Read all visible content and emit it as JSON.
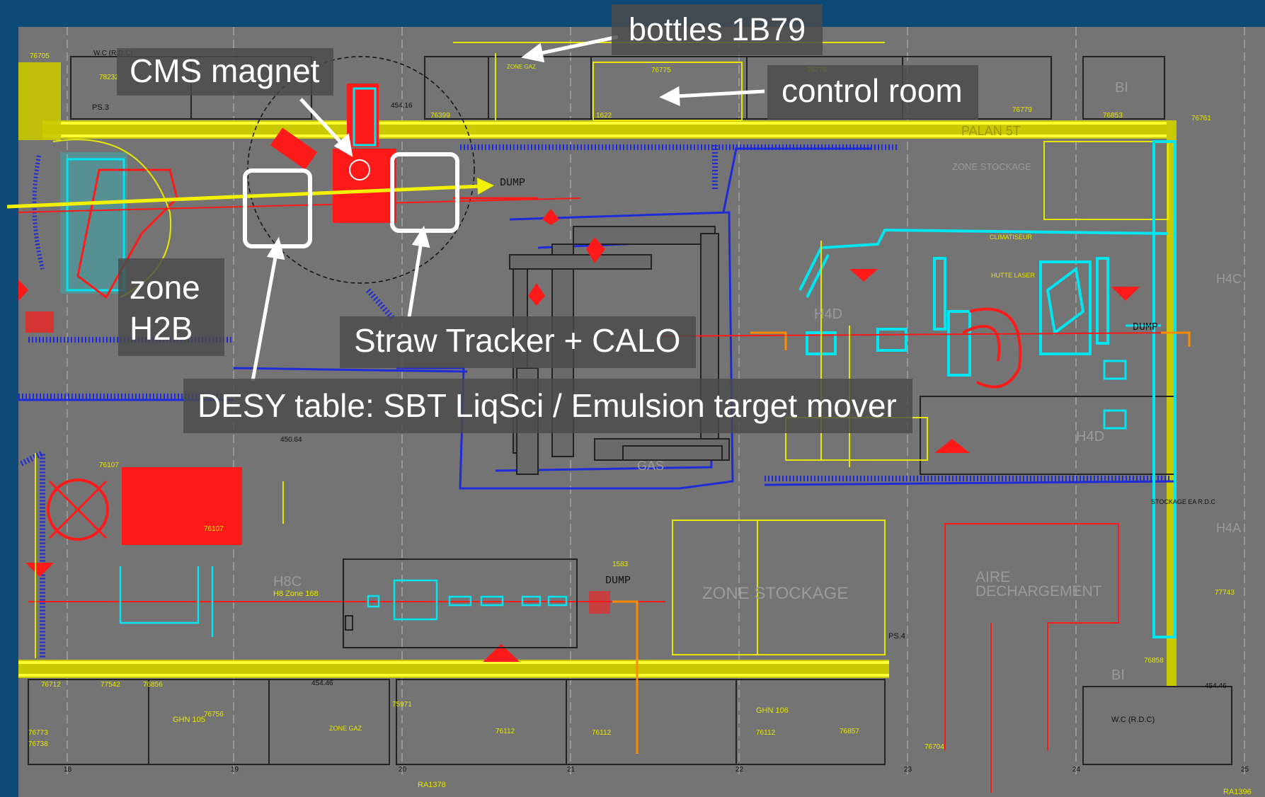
{
  "callouts": {
    "bottles": "bottles 1B79",
    "cms_magnet": "CMS magnet",
    "control_room": "control room",
    "zone_h2b_line1": "zone",
    "zone_h2b_line2": "H2B",
    "straw_tracker": "Straw Tracker + CALO",
    "desy_table": "DESY table: SBT LiqSci / Emulsion target mover"
  },
  "plan_labels": {
    "dump_1": "DUMP",
    "dump_2": "DUMP",
    "dump_3": "DUMP",
    "zone_stockage": "ZONE STOCKAGE",
    "aire_dechargement_1": "AIRE",
    "aire_dechargement_2": "DECHARGEMENT",
    "zone_stockage_upper": "ZONE STOCKAGE",
    "h8c": "H8C",
    "h8b_zone": "H8 Zone 168",
    "h4d": "H4D",
    "h4d_b": "H4D",
    "h4a": "H4A",
    "h4c": "H4C",
    "palan": "PALAN 5T",
    "ghn_105": "GHN 105",
    "ghn_106": "GHN 106",
    "wc_rdc": "W.C (R.D.C)",
    "wc_rdc_2": "W.C (R.D.C)",
    "num_76705": "76705",
    "num_78232": "78232",
    "num_76775": "76775",
    "num_76776": "76776",
    "num_76779": "76779",
    "num_76853": "76853",
    "num_76761": "76761",
    "num_76107": "76107",
    "num_76107b": "76107",
    "num_45064": "450.64",
    "num_45446": "454.46",
    "num_45446b": "454.46",
    "num_45416": "454.16",
    "num_76712": "76712",
    "num_77542": "77542",
    "num_76856": "76856",
    "num_76756": "76756",
    "num_76773": "76773",
    "num_76738": "76738",
    "num_75971": "75971",
    "num_76112": "76112",
    "num_76112b": "76112",
    "num_76112c": "76112",
    "num_76857": "76857",
    "num_76704": "76704",
    "num_77743": "77743",
    "num_76858": "76858",
    "num_76399": "76399",
    "num_1622": "1622",
    "num_1583": "1583",
    "ps3": "PS.3",
    "ps4": "PS.4",
    "ra1378": "RA1378",
    "ra1396": "RA1396",
    "stockage_ea": "STOCKAGE EA R.D.C",
    "col_18": "18",
    "col_19": "19",
    "col_20": "20",
    "col_21": "21",
    "col_22": "22",
    "col_23": "23",
    "col_24": "24",
    "col_25": "25",
    "gas": "GAS",
    "zone_gaz": "ZONE GAZ",
    "zone_gaz_2": "ZONE GAZ",
    "climatiseur": "CLIMATISEUR",
    "hutte_laser": "HUTTE LASER",
    "bi": "BI",
    "bi_2": "BI"
  },
  "colors": {
    "background": "#0e4a78",
    "plan": "#747474",
    "wall_yellow": "#e6e600",
    "beamline_red": "#ff1a1a",
    "cyan": "#00e5f0",
    "blue": "#1f2bd8",
    "arrow_white": "#ffffff",
    "beam_arrow": "#f2f200"
  }
}
